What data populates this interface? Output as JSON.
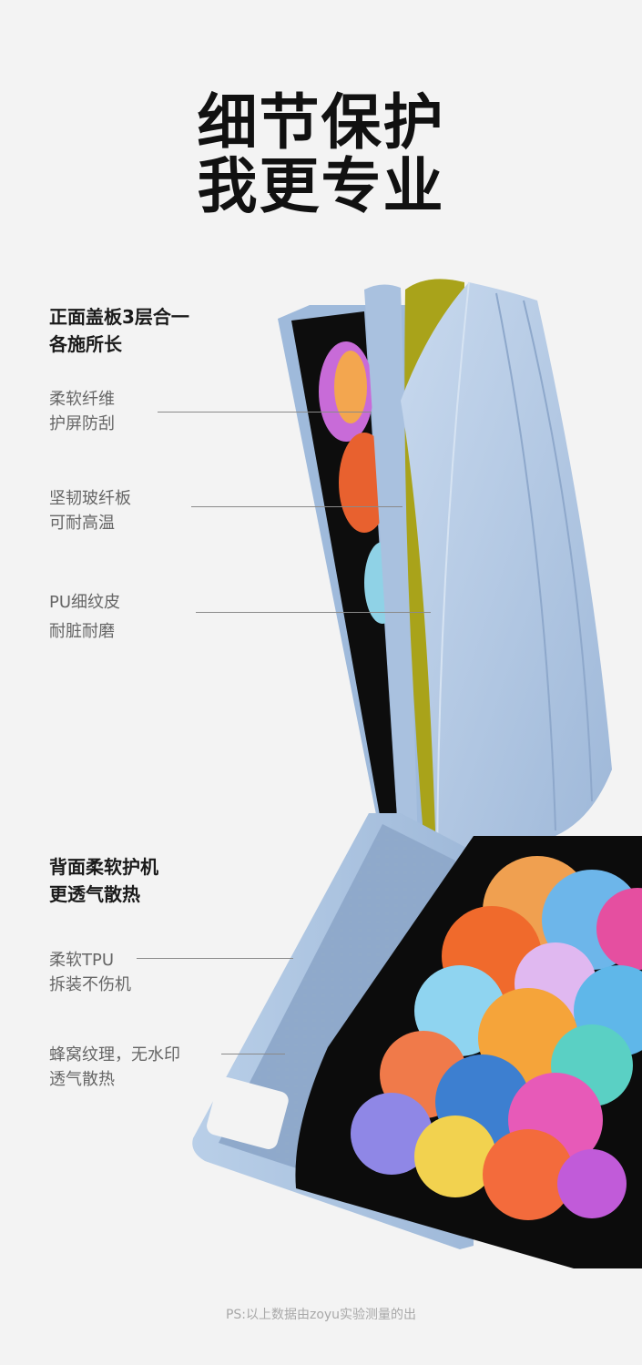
{
  "header": {
    "title_line1": "细节保护",
    "title_line2": "我更专业"
  },
  "front_section": {
    "heading_line1": "正面盖板3层合一",
    "heading_line2": "各施所长",
    "labels": [
      {
        "line1": "柔软纤维",
        "line2": "护屏防刮"
      },
      {
        "line1": "坚韧玻纤板",
        "line2": "可耐高温"
      },
      {
        "line1": "PU细纹皮",
        "line2": "耐脏耐磨"
      }
    ]
  },
  "back_section": {
    "heading_line1": "背面柔软护机",
    "heading_line2": "更透气散热",
    "labels": [
      {
        "line1": "柔软TPU",
        "line2": "拆装不伤机"
      },
      {
        "line1": "蜂窝纹理，无水印",
        "line2": "透气散热"
      }
    ]
  },
  "footnote": "PS:以上数据由zoyu实验测量的出",
  "colors": {
    "background": "#f3f3f3",
    "case_blue": "#a9c3e0",
    "cover_blue": "#b4cae6",
    "fiberglass_yellow": "#a7a21a",
    "tablet_black": "#0c0c0c"
  },
  "icons": [
    "product-image-tablet-case"
  ]
}
